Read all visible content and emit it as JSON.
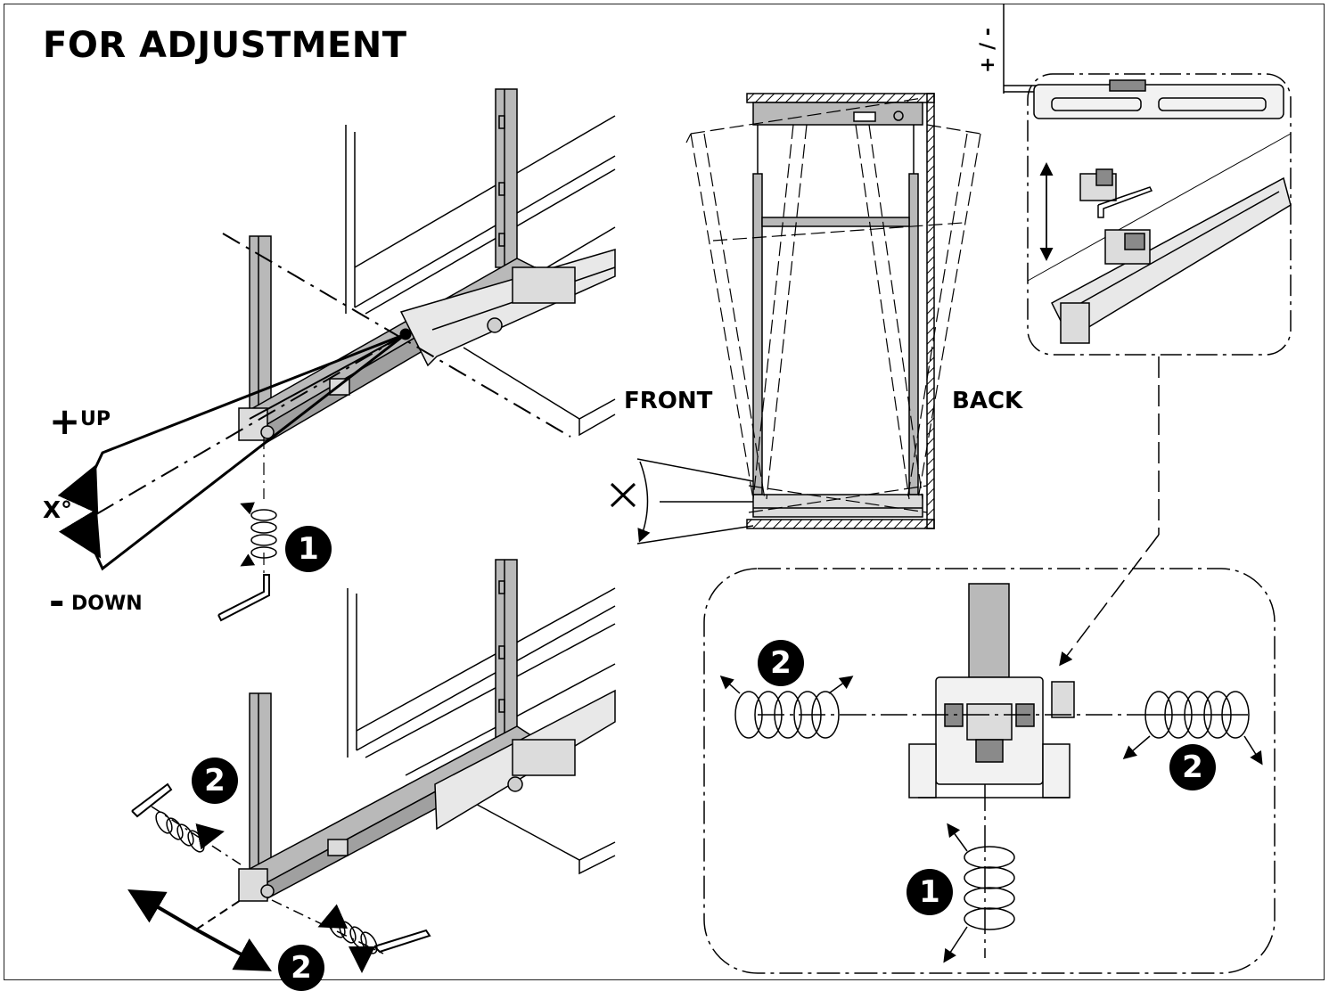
{
  "title": "FOR ADJUSTMENT",
  "labels": {
    "up_sign": "+",
    "up": "UP",
    "down_sign": "-",
    "down": "DOWN",
    "angle": "X°",
    "front": "FRONT",
    "back": "BACK",
    "plus_minus": "+ / -"
  },
  "badges": {
    "step1_top": "1",
    "step2_left": "2",
    "step2_bottom": "2",
    "detail_step2_left": "2",
    "detail_step2_right": "2",
    "detail_step1": "1"
  },
  "colors": {
    "line": "#000000",
    "part_fill": "#b9b9b9",
    "part_dark": "#8a8a8a",
    "badge": "#000000"
  }
}
